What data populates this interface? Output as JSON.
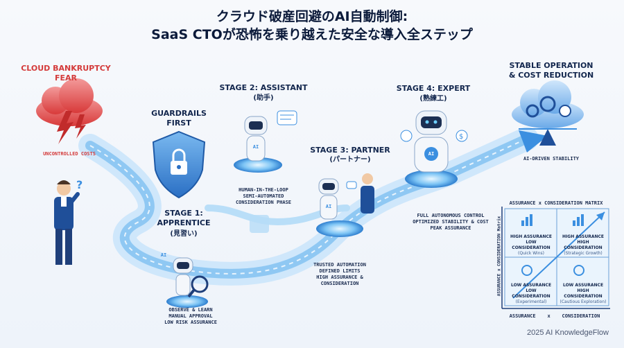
{
  "title": {
    "line1": "クラウド破産回避のAI自動制御:",
    "line2": "SaaS CTOが恐怖を乗り越えた安全な導入全ステップ"
  },
  "fear": {
    "heading": "CLOUD BANKRUPTCY\nFEAR",
    "caption": "UNCONTROLLED COSTS"
  },
  "guardrails": {
    "heading": "GUARDRAILS\nFIRST"
  },
  "stage1": {
    "heading": "STAGE 1:\nAPPRENTICE",
    "jp": "(見習い)",
    "desc": "OBSERVE & LEARN\nMANUAL APPROVAL\nLOW RISK ASSURANCE",
    "badge": "AI"
  },
  "stage2": {
    "heading": "STAGE 2: ASSISTANT",
    "jp": "(助手)",
    "desc": "HUMAN-IN-THE-LOOP\nSEMI-AUTOMATED\nCONSIDERATION PHASE",
    "badge": "AI"
  },
  "stage3": {
    "heading": "STAGE 3: PARTNER",
    "jp": "(パートナー)",
    "desc": "TRUSTED AUTOMATION\nDEFINED LIMITS\nHIGH ASSURANCE &\nCONSIDERATION",
    "badge": "AI"
  },
  "stage4": {
    "heading": "STAGE 4: EXPERT",
    "jp": "(熟練工)",
    "desc": "FULL AUTONOMOUS CONTROL\nOPTIMIZED STABILITY & COST\nPEAK ASSURANCE",
    "badge": "AI"
  },
  "stable": {
    "heading": "STABLE OPERATION\n& COST REDUCTION",
    "caption": "AI-DRIVEN STABILITY"
  },
  "matrix": {
    "title": "ASSURANCE x CONSIDERATION MATRIX",
    "y_axis": "ASSURANCE x CONSIDERATION Matrix",
    "x_axis": "ASSURANCE    x    CONSIDERATION",
    "cells": [
      {
        "label": "HIGH ASSURANCE\nLOW CONSIDERATION",
        "example": "(Quick Wins)"
      },
      {
        "label": "HIGH ASSURANCE\nHIGH CONSIDERATION",
        "example": "(Strategic Growth)"
      },
      {
        "label": "LOW ASSURANCE\nLOW CONSIDERATION",
        "example": "(Experimental)"
      },
      {
        "label": "LOW ASSURANCE\nHIGH CONSIDERATION",
        "example": "(Cautious Exploration)"
      }
    ]
  },
  "copyright": "2025 AI KnowledgeFlow",
  "colors": {
    "accent": "#3b8fe0",
    "path": "#9fd0f5",
    "danger": "#e04a4a",
    "navy": "#12264d"
  }
}
